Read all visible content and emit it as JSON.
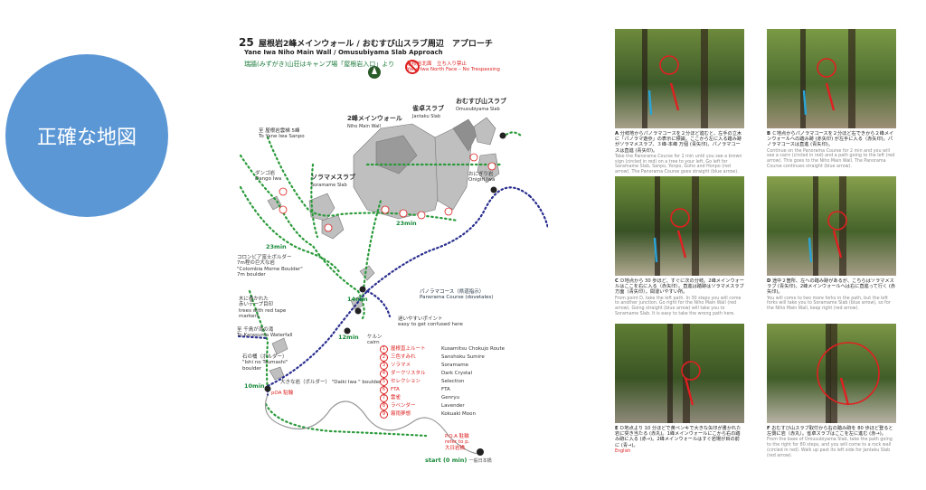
{
  "badge": {
    "label": "正確な地図"
  },
  "map": {
    "page_no": "25",
    "title_jp": "屋根岩2峰メインウォール / おむすび山スラブ周辺　アプローチ",
    "title_en": "Yane Iwa Niho Main Wall / Omusubiyama Slab Approach",
    "subtitle_jp": "瑞牆(みずがき)山荘はキャンプ場「屋根岩入口」より",
    "north": "N",
    "no_trespass_jp": "屋根岩北面　立ち入り禁止",
    "no_trespass_en": "Yane Iwa North Face – No Trespassing",
    "labels": {
      "niho": "2峰メインウォール",
      "niho_en": "Niho Main Wall",
      "jantaku": "雀卓スラブ",
      "jantaku_en": "Jantaku Slab",
      "omusubi": "おむすび山スラブ",
      "omusubi_en": "Omusubiyama Slab",
      "sanpo": "至 屋根岩雲梯 5峰",
      "sanpo_en": "To Yane Iwa Sanpo",
      "soramesu": "ソラマメスラブ",
      "soramesu_en": "Soramame Slab",
      "dango": "ダンゴ岩",
      "dango_en": "Dango Iwa",
      "onigiri": "おにぎり岩",
      "onigiri_en": "Onigiri Iwa",
      "t23a": "23min",
      "t23b": "23min",
      "t14": "14min",
      "t12": "12min",
      "t10": "10min",
      "colombia": "コロンビア富士ボルダー",
      "colombia2": "7m程の巨大な岩",
      "colombia_en": "\"Colombia Morne Boulder\"",
      "colombia_en2": "7m boulder",
      "tree": "木に巻かれた",
      "tree2": "赤いテープ目印",
      "tree_en": "trees with red tape",
      "tree_en2": "markers",
      "panorama": "パノラマコース（県道指示）",
      "panorama_en": "Panorama Course (dovetales)",
      "easy": "迷いやすいポイント",
      "easy_en": "easy to get confused here",
      "cairn": "ケルン",
      "cairn_en": "cairn",
      "waterfall": "至 千鳥が滝の滝",
      "waterfall_en": "To Karasuma Waterfall",
      "ishi": "石の桶（ボルダー）",
      "ishi_en": "\"Ishi no Tsumashi\"",
      "ishi_en2": "boulder",
      "daiki": "大きな岩（ボルダー） \"Daiki Iwa \" boulder",
      "poa": "pOA 駐輪",
      "poa2": "P.O.A 駐輪",
      "poa_en": "refer to p.",
      "poa3": "大日岩橋",
      "start": "start (0 min)",
      "start2": "一般日本橋"
    },
    "legend": [
      {
        "no": "1",
        "jp": "屋根直上ルート",
        "en": "Kusamitsu Chokujo Route"
      },
      {
        "no": "2",
        "jp": "三色すみれ",
        "en": "Sanshoku Sumire"
      },
      {
        "no": "3",
        "jp": "ソラマメ",
        "en": "Soramame"
      },
      {
        "no": "4",
        "jp": "ダークリスタル",
        "en": "Dark Crystal"
      },
      {
        "no": "5",
        "jp": "セレクション",
        "en": "Selection"
      },
      {
        "no": "6",
        "jp": "FTA",
        "en": "FTA"
      },
      {
        "no": "7",
        "jp": "雲雀",
        "en": "Genryu"
      },
      {
        "no": "8",
        "jp": "ラベンダー",
        "en": "Lavender"
      },
      {
        "no": "9",
        "jp": "霧雨夢想",
        "en": "Kokuaki Moon"
      }
    ]
  },
  "photos": [
    {
      "id": "A",
      "jp": "分岐地からパノラマコースを２分ほど進むと、左手の立木に「パノラマ遊歩」の表示に標識。ここから左に入る踏み跡がソラマメスラブ、３峰-本峰 万個 (青矢印)、パノラマコースは直進 (青矢印)。",
      "en": "Take the Panorama Course for 2 min until you see a brown sign (circled in red) on a tree to your left. Go left for Saramame Slab, Sanpo, Yonpo, Goho and Honpo (red arrow). The Panorama Course goes straight (blue arrow).",
      "extra": ""
    },
    {
      "id": "B",
      "jp": "Ｃ地点からパノラマコースを２分ほど右できから２峰メインウォールへの踏み跡 (赤矢印) が左手に入る（赤矢印)。パノラマコースは直進 (青矢印)。",
      "en": "Continue on the Panorama Course for 2 min and you will see a cairn (circled in red) and a path going to the left (red arrow). This goes to the Niho Main Wall. The Panorama Course continues straight (blue arrow).",
      "extra": ""
    },
    {
      "id": "C",
      "jp": "Ｄ地点から 30 歩ほど、すぐに次の分岐。2峰メインウォールはここを右に入る（赤矢印）。直進は踏跡はソラマメスラブ方面（青矢印）。間違いやすい所。",
      "en": "From point D, take the left path. In 30 steps you will come to another junction. Go right for the Niho Main Wall (red arrow). Going straight (blue arrow) will take you to Soramame Slab. It is easy to take the wrong path here.",
      "extra": ""
    },
    {
      "id": "D",
      "jp": "途中２箇所、左への踏み跡があるが、こちらはソラマメスラブ (青矢印)、2峰メインウォールへは右に直進って行く (赤矢印)。",
      "en": "You will come to two more forks in the path, but the left forks will take you to Soramame Slab (blue arrow), so for the Niho Main Wall, keep right (red arrow).",
      "extra": ""
    },
    {
      "id": "E",
      "jp": "Ｄ地点より 10 分ほどで黄ペンキで大きな矢印が書かれた岩に突き当たる (赤丸)。1峰メインウォールにこから右の踏み跡に入る (赤→)。2峰メインウォールはすぐ岩場が目の前に (青→)。",
      "en": "",
      "extra": "English"
    },
    {
      "id": "F",
      "jp": "おむすび山スラブ取付から右の踏み跡を 80 歩ほど登ると左側に岩（赤丸）。雀卓スラブはここを左に進む (赤→)。",
      "en": "From the base of Omusubiyama Slab, take the path going to the right for 80 steps, and you will come to a rock wall (circled in red). Walk up past its left side for Jantaku Slab (red arrow).",
      "extra": ""
    }
  ],
  "colors": {
    "trail_green": "#2a9a3a",
    "trail_blue": "#2a2f8f",
    "accent_red": "#d22222",
    "badge_blue": "#5b97d5"
  }
}
